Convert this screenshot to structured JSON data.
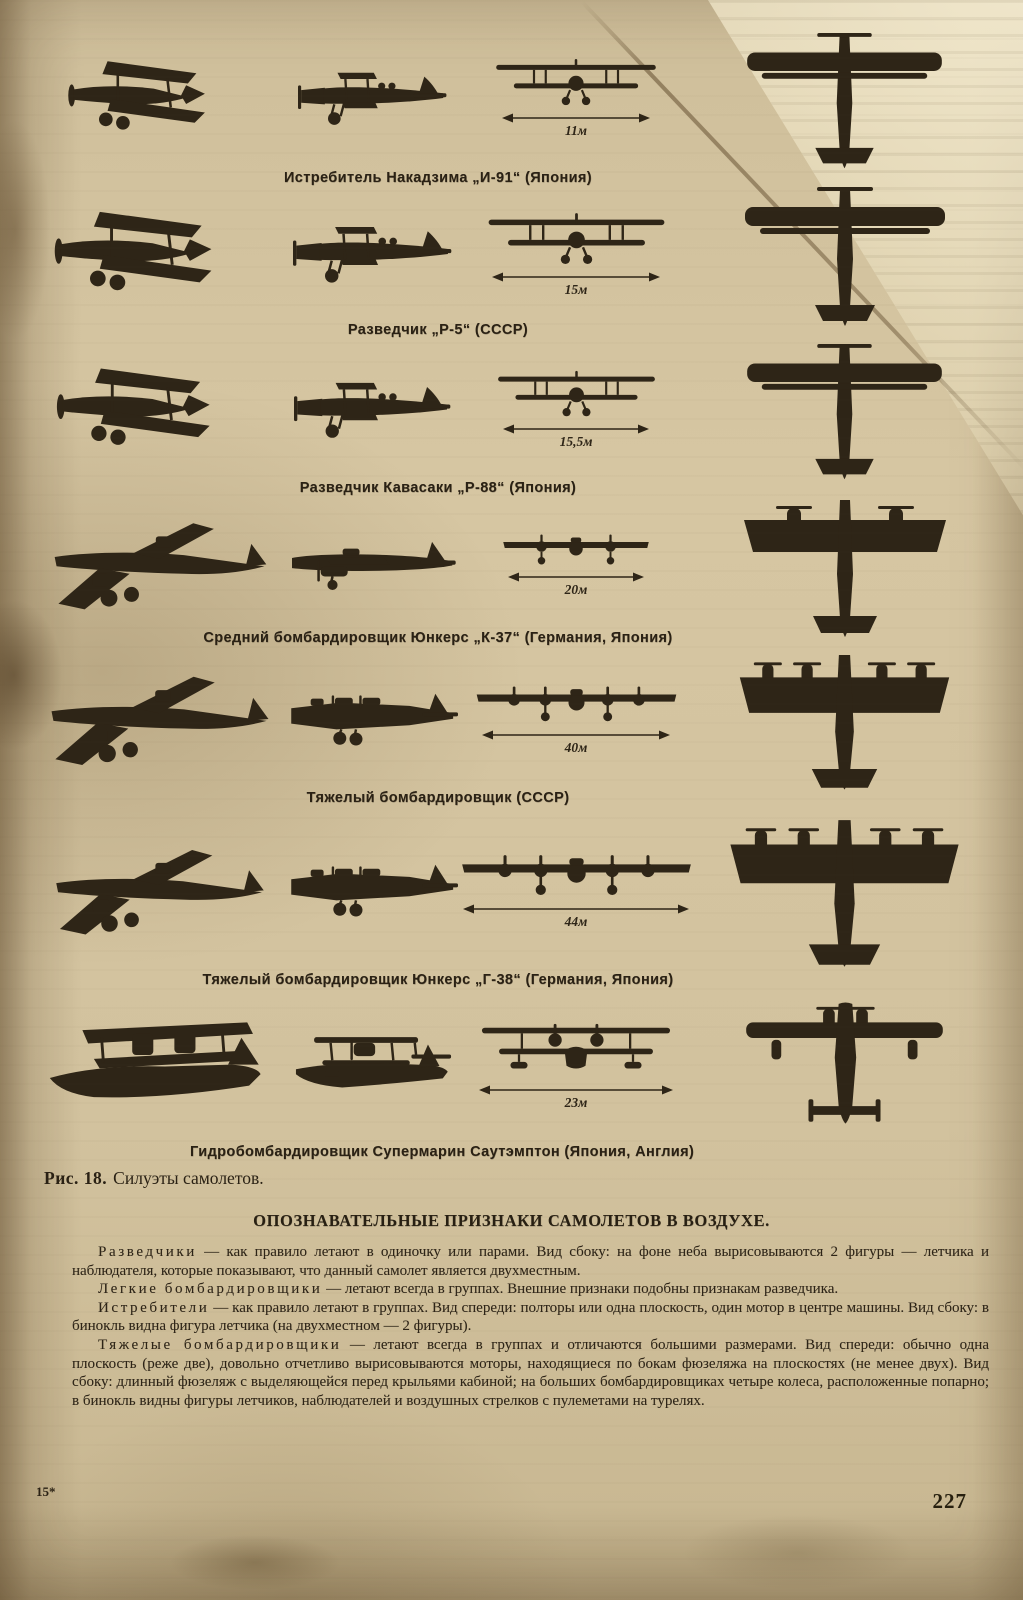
{
  "colors": {
    "paper": "#d2c29e",
    "ink": "#2e2517"
  },
  "figure": {
    "rows": [
      {
        "caption": "Истребитель Накадзима „И-91“ (Япония)",
        "wingspan": "11м"
      },
      {
        "caption": "Разведчик „Р-5“ (СССР)",
        "wingspan": "15м"
      },
      {
        "caption": "Разведчик Кавасаки „Р-88“ (Япония)",
        "wingspan": "15,5м"
      },
      {
        "caption": "Средний бомбардировщик Юнкерс „К-37“ (Германия, Япония)",
        "wingspan": "20м"
      },
      {
        "caption": "Тяжелый бомбардировщик (СССР)",
        "wingspan": "40м"
      },
      {
        "caption": "Тяжелый бомбардировщик Юнкерс „Г-38“ (Германия, Япония)",
        "wingspan": "44м"
      },
      {
        "caption": "Гидробомбардировщик Супермарин Саутэмптон (Япония, Англия)",
        "wingspan": "23м"
      }
    ],
    "caption_label": "Рис. 18.",
    "caption_text": "Силуэты самолетов."
  },
  "section": {
    "heading": "ОПОЗНАВАТЕЛЬНЫЕ ПРИЗНАКИ САМОЛЕТОВ В ВОЗДУХЕ.",
    "paragraphs": [
      {
        "lead": "Разведчики",
        "text": " — как правило летают в одиночку или парами. Вид сбоку: на фоне неба вырисовываются 2 фигуры — летчика и наблюдателя, которые показывают, что данный самолет является двухместным."
      },
      {
        "lead": "Легкие бомбардировщики",
        "text": " — летают всегда в группах. Внешние признаки подобны признакам разведчика."
      },
      {
        "lead": "Истребители",
        "text": " — как правило летают в группах. Вид спереди: полторы или одна плоскость, один мотор в центре машины. Вид сбоку: в бинокль видна фигура летчика (на двухместном — 2 фигуры)."
      },
      {
        "lead": "Тяжелые бомбардировщики",
        "text": " — летают всегда в группах и отличаются большими размерами. Вид спереди: обычно одна плоскость (реже две), довольно отчетливо вырисовываются моторы, находящиеся по бокам фюзеляжа на плоскостях (не менее двух). Вид сбоку: длинный фюзеляж с выделяющейся перед крыльями кабиной; на больших бомбардировщиках четыре колеса, расположенные попарно; в бинокль видны фигуры летчиков, наблюдателей и воздушных стрелков с пулеметами на турелях."
      }
    ]
  },
  "footer": {
    "signature": "15*",
    "page_number": "227"
  }
}
